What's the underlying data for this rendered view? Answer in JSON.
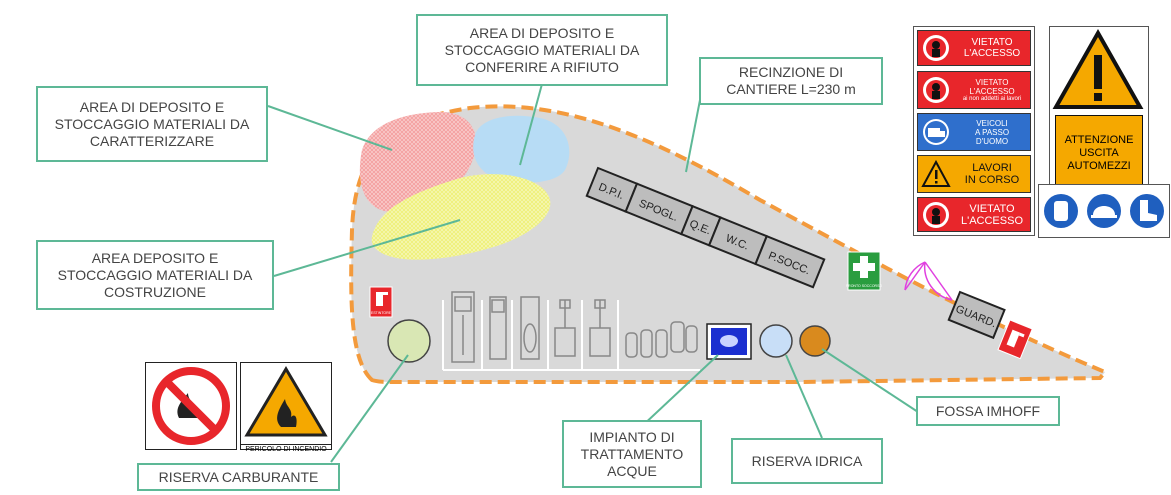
{
  "labels": {
    "area_caratterizzare": [
      "AREA DI DEPOSITO E",
      "STOCCAGGIO MATERIALI DA",
      "CARATTERIZZARE"
    ],
    "area_rifiuto": [
      "AREA DI DEPOSITO E",
      "STOCCAGGIO MATERIALI DA",
      "CONFERIRE A RIFIUTO"
    ],
    "recinzione": [
      "RECINZIONE DI",
      "CANTIERE L=230 m"
    ],
    "area_costruzione": [
      "AREA DEPOSITO E",
      "STOCCAGGIO MATERIALI DA",
      "COSTRUZIONE"
    ],
    "riserva_carburante": "RISERVA CARBURANTE",
    "impianto": [
      "IMPIANTO DI",
      "TRATTAMENTO",
      "ACQUE"
    ],
    "riserva_idrica": "RISERVA IDRICA",
    "fossa_imhoff": "FOSSA IMHOFF"
  },
  "buildings": [
    "D.P.I.",
    "SPOGL.",
    "Q.E.",
    "W.C.",
    "P.SOCC."
  ],
  "guard": "GUARD.",
  "small_labels": {
    "estintore_left": "ESTINTORE",
    "pronto_soccorso": "PRONTO SOCCORSO",
    "pericolo_incendio": "PERICOLO DI INCENDIO"
  },
  "signs_right": [
    {
      "title": "VIETATO L'ACCESSO",
      "lines": [
        "VIETATO",
        "L'ACCESSO"
      ],
      "sub": "",
      "color": "#e8262b",
      "icon": "no-entry-person-icon"
    },
    {
      "title": "VIETATO L'ACCESSO ai non addetti ai lavori",
      "lines": [
        "VIETATO",
        "L'ACCESSO"
      ],
      "sub": "ai non addetti ai lavori",
      "color": "#e8262b",
      "icon": "no-entry-person-icon"
    },
    {
      "title": "VEICOLI A PASSO D'UOMO",
      "lines": [
        "VEICOLI",
        "A PASSO",
        "D'UOMO"
      ],
      "sub": "",
      "color": "#2f6fcc",
      "icon": "truck-icon"
    },
    {
      "title": "LAVORI IN CORSO",
      "lines": [
        "LAVORI",
        "IN CORSO"
      ],
      "sub": "",
      "color": "#f5a800",
      "icon": "warning-triangle-icon"
    },
    {
      "title": "VIETATO L'ACCESSO",
      "lines": [
        "VIETATO",
        "L'ACCESSO"
      ],
      "sub": "",
      "color": "#e8262b",
      "icon": "no-entry-person-icon"
    }
  ],
  "attenzione": [
    "ATTENZIONE",
    "USCITA",
    "AUTOMEZZI"
  ],
  "colors": {
    "fence": "#f39a3c",
    "area_fill": "#d8d8d8",
    "area_pink": "#f4a0a0",
    "area_blue": "#b7dcf5",
    "area_yellow": "#eef07a",
    "connector": "#5db896",
    "carburante_tank": "#d9e7b4",
    "idrica_tank": "#c8def7",
    "imhoff_tank": "#d98a1e"
  }
}
